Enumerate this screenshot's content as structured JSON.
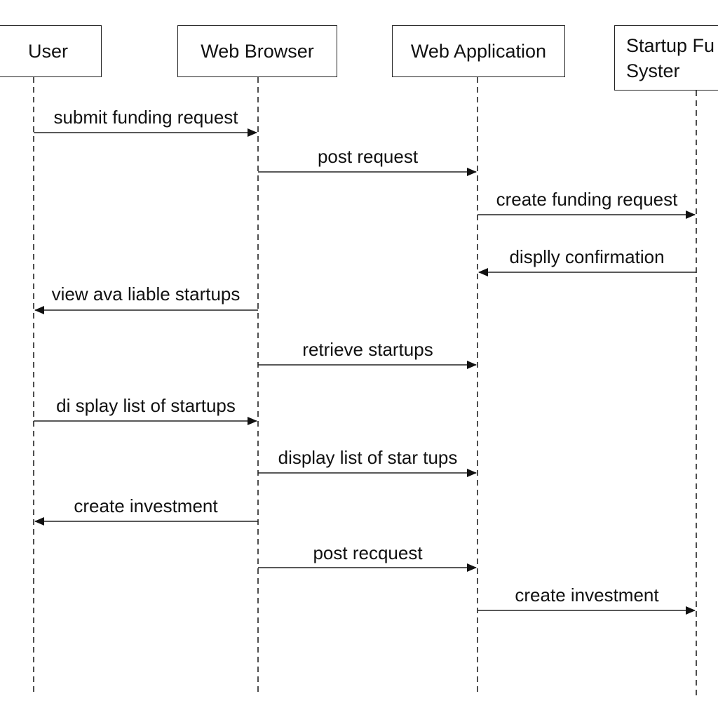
{
  "diagram": {
    "type": "sequence",
    "participants": [
      {
        "id": "user",
        "label": "User"
      },
      {
        "id": "browser",
        "label": "Web Browser"
      },
      {
        "id": "webapp",
        "label": "Web Application"
      },
      {
        "id": "system",
        "label": "Startup Fu\nSyster"
      }
    ],
    "messages": [
      {
        "from": "user",
        "to": "browser",
        "label": "submit funding request"
      },
      {
        "from": "browser",
        "to": "webapp",
        "label": "post request"
      },
      {
        "from": "webapp",
        "to": "system",
        "label": "create funding request"
      },
      {
        "from": "system",
        "to": "webapp",
        "label": "displly confirmation"
      },
      {
        "from": "browser",
        "to": "user",
        "label": "view ava liable startups"
      },
      {
        "from": "browser",
        "to": "webapp",
        "label": "retrieve startups"
      },
      {
        "from": "user",
        "to": "browser",
        "label": "di splay  list of  startups"
      },
      {
        "from": "browser",
        "to": "webapp",
        "label": "display list of star tups"
      },
      {
        "from": "browser",
        "to": "user",
        "label": "create investment"
      },
      {
        "from": "browser",
        "to": "webapp",
        "label": "post recquest"
      },
      {
        "from": "webapp",
        "to": "system",
        "label": "create investment"
      }
    ],
    "colors": {
      "line": "#222222",
      "text": "#111111",
      "background": "#ffffff"
    }
  }
}
